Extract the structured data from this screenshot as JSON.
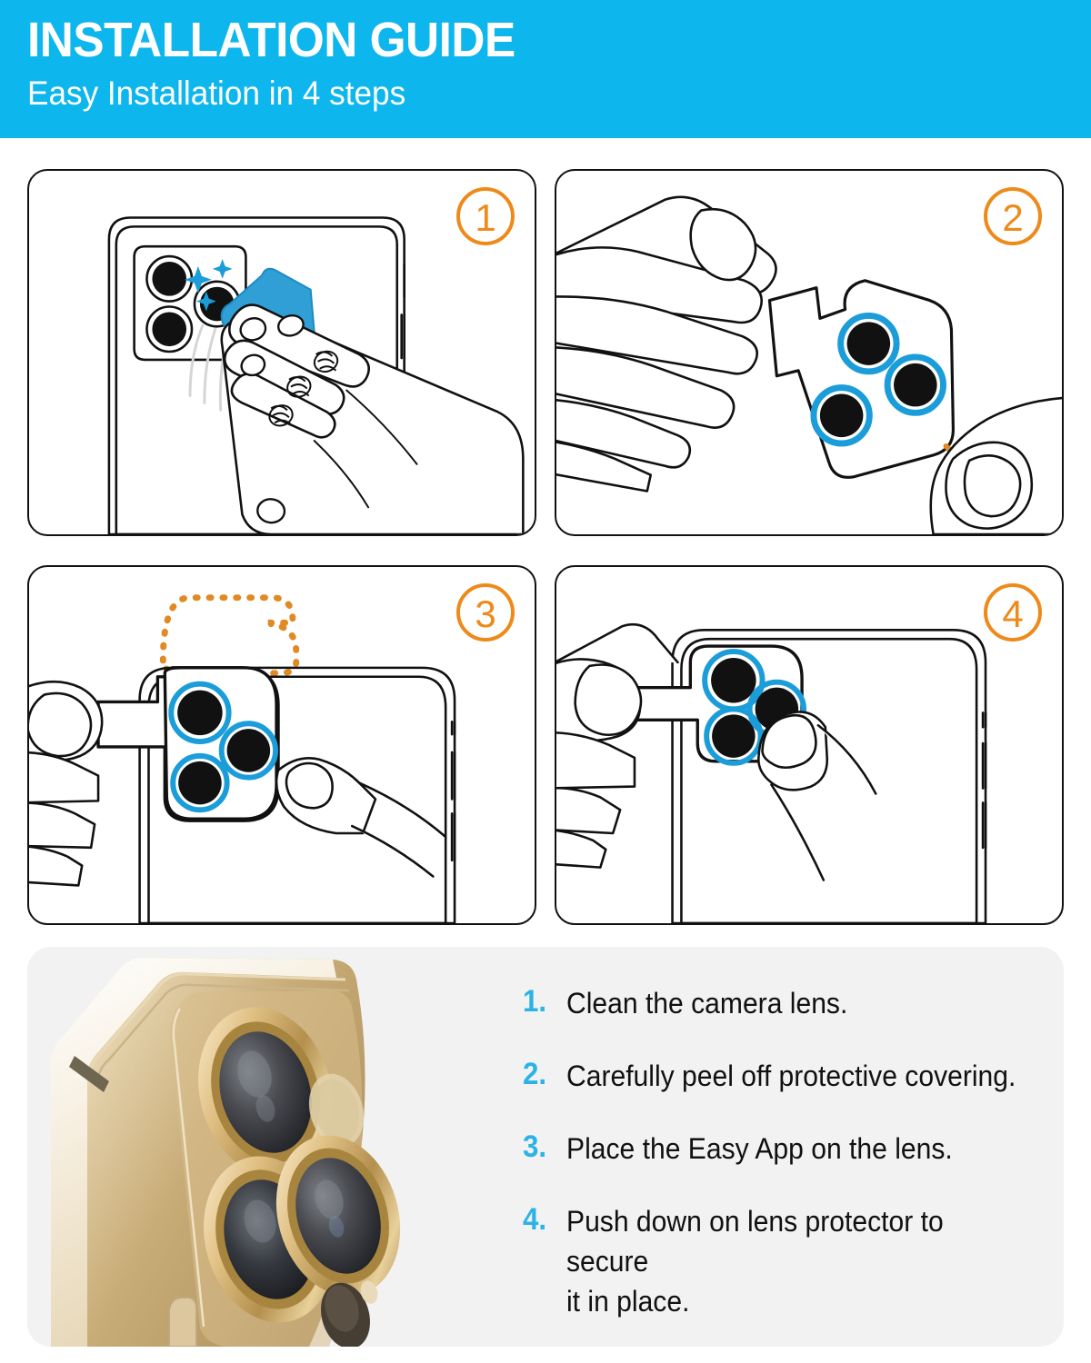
{
  "header": {
    "title": "INSTALLATION GUIDE",
    "subtitle": "Easy Installation in 4 steps",
    "bg_color": "#0DB6EC",
    "text_color": "#FFFFFF"
  },
  "colors": {
    "header_blue": "#0DB6EC",
    "badge_orange": "#EE8A1A",
    "lens_ring_blue": "#1B9DD9",
    "cloth_blue": "#2F9FD5",
    "list_number_blue": "#2BB3E8",
    "panel_border": "#111111",
    "bottom_panel_bg": "#F2F2F2",
    "phone_gold": "#C9A66B"
  },
  "steps": [
    {
      "number": "1",
      "badge_label": "1",
      "illustration": "hand-wiping-camera-lens-with-blue-cleaning-cloth",
      "description": "Clean the camera lens"
    },
    {
      "number": "2",
      "badge_label": "2",
      "illustration": "two-hands-peeling-protective-film-off-lens-protector",
      "description": "Peel off protective covering"
    },
    {
      "number": "3",
      "badge_label": "3",
      "illustration": "placing-lens-protector-onto-phone-camera-with-orange-dotted-path",
      "description": "Place the Easy App on the lens"
    },
    {
      "number": "4",
      "badge_label": "4",
      "illustration": "finger-pressing-down-on-lens-protector",
      "description": "Push down on lens protector"
    }
  ],
  "bottom": {
    "photo_alt": "gold-iphone-rear-triple-camera-closeup",
    "instructions": [
      {
        "number": "1.",
        "text": "Clean the camera lens."
      },
      {
        "number": "2.",
        "text": "Carefully peel off protective covering."
      },
      {
        "number": "3.",
        "text": "Place the Easy App on the lens."
      },
      {
        "number": "4.",
        "text": "Push down on lens protector to secure\nit in place."
      }
    ]
  }
}
